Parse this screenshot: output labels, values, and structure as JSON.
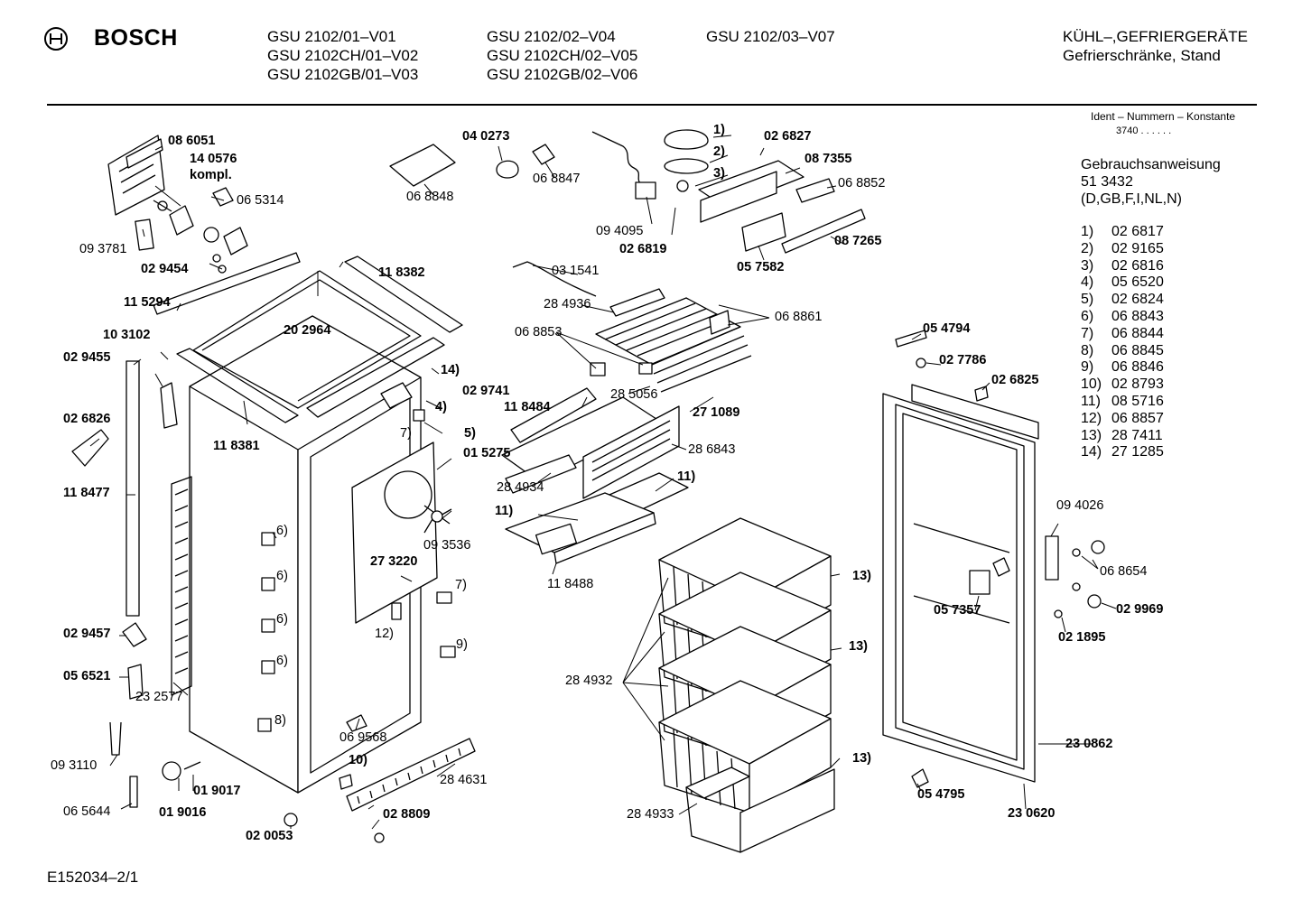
{
  "header": {
    "brand": "BOSCH",
    "logo_icon": "bosch-armature-logo",
    "models": [
      [
        "GSU 2102/01–V01",
        "GSU 2102CH/01–V02",
        "GSU 2102GB/01–V03"
      ],
      [
        "GSU 2102/02–V04",
        "GSU 2102CH/02–V05",
        "GSU 2102GB/02–V06"
      ],
      [
        "GSU 2102/03–V07"
      ]
    ],
    "category": "KÜHL–,GEFRIERGERÄTE",
    "subcategory": "Gefrierschränke, Stand"
  },
  "sidebar": {
    "ident_label": "Ident – Nummern – Konstante",
    "ident_value": "3740 . . . . . .",
    "manual_title": "Gebrauchsanweisung",
    "manual_number": "51 3432",
    "manual_languages": "(D,GB,F,I,NL,N)",
    "legend": [
      {
        "n": "1)",
        "part": "02 6817"
      },
      {
        "n": "2)",
        "part": "02 9165"
      },
      {
        "n": "3)",
        "part": "02 6816"
      },
      {
        "n": "4)",
        "part": "05 6520"
      },
      {
        "n": "5)",
        "part": "02 6824"
      },
      {
        "n": "6)",
        "part": "06 8843"
      },
      {
        "n": "7)",
        "part": "06 8844"
      },
      {
        "n": "8)",
        "part": "06 8845"
      },
      {
        "n": "9)",
        "part": "06 8846"
      },
      {
        "n": "10)",
        "part": "02 8793"
      },
      {
        "n": "11)",
        "part": "08 5716"
      },
      {
        "n": "12)",
        "part": "06 8857"
      },
      {
        "n": "13)",
        "part": "28 7411"
      },
      {
        "n": "14)",
        "part": "27 1285"
      }
    ]
  },
  "labels": [
    {
      "t": "08 6051",
      "b": true
    },
    {
      "t": "14 0576",
      "b": true
    },
    {
      "t": "kompl.",
      "b": true
    },
    {
      "t": "06 5314",
      "b": false
    },
    {
      "t": "09 3781",
      "b": false
    },
    {
      "t": "02 9454",
      "b": true
    },
    {
      "t": "11 5294",
      "b": true
    },
    {
      "t": "10 3102",
      "b": true
    },
    {
      "t": "02 9455",
      "b": true
    },
    {
      "t": "02 6826",
      "b": true
    },
    {
      "t": "11 8477",
      "b": true
    },
    {
      "t": "02 9457",
      "b": true
    },
    {
      "t": "05 6521",
      "b": true
    },
    {
      "t": "09 3110",
      "b": false
    },
    {
      "t": "06 5644",
      "b": false
    },
    {
      "t": "01 9016",
      "b": true
    },
    {
      "t": "01 9017",
      "b": true
    },
    {
      "t": "02 0053",
      "b": true
    },
    {
      "t": "23 2577",
      "b": false
    },
    {
      "t": "11 8381",
      "b": true
    },
    {
      "t": "20 2964",
      "b": true
    },
    {
      "t": "11 8382",
      "b": true
    },
    {
      "t": "14)",
      "b": true
    },
    {
      "t": "4)",
      "b": true
    },
    {
      "t": "7)",
      "b": false
    },
    {
      "t": "5)",
      "b": true
    },
    {
      "t": "01 5275",
      "b": true
    },
    {
      "t": "27 3220",
      "b": true
    },
    {
      "t": "09 3536",
      "b": false
    },
    {
      "t": "6)",
      "b": false
    },
    {
      "t": "6)",
      "b": false
    },
    {
      "t": "6)",
      "b": false
    },
    {
      "t": "6)",
      "b": false
    },
    {
      "t": "8)",
      "b": false
    },
    {
      "t": "7)",
      "b": false
    },
    {
      "t": "12)",
      "b": false
    },
    {
      "t": "9)",
      "b": false
    },
    {
      "t": "06 9568",
      "b": false
    },
    {
      "t": "10)",
      "b": true
    },
    {
      "t": "28 4631",
      "b": false
    },
    {
      "t": "02 8809",
      "b": true
    },
    {
      "t": "04 0273",
      "b": true
    },
    {
      "t": "06 8848",
      "b": false
    },
    {
      "t": "06 8847",
      "b": false
    },
    {
      "t": "1)",
      "b": true
    },
    {
      "t": "2)",
      "b": true
    },
    {
      "t": "3)",
      "b": true
    },
    {
      "t": "02 6827",
      "b": true
    },
    {
      "t": "08 7355",
      "b": true
    },
    {
      "t": "06 8852",
      "b": false
    },
    {
      "t": "09 4095",
      "b": false
    },
    {
      "t": "02 6819",
      "b": true
    },
    {
      "t": "05 7582",
      "b": true
    },
    {
      "t": "08 7265",
      "b": true
    },
    {
      "t": "03 1541",
      "b": false
    },
    {
      "t": "28 4936",
      "b": false
    },
    {
      "t": "06 8853",
      "b": false
    },
    {
      "t": "06 8861",
      "b": false
    },
    {
      "t": "02 9741",
      "b": true
    },
    {
      "t": "11 8484",
      "b": true
    },
    {
      "t": "28 5056",
      "b": false
    },
    {
      "t": "27 1089",
      "b": true
    },
    {
      "t": "28 6843",
      "b": false
    },
    {
      "t": "28 4934",
      "b": false
    },
    {
      "t": "11)",
      "b": true
    },
    {
      "t": "11)",
      "b": true
    },
    {
      "t": "11 8488",
      "b": false
    },
    {
      "t": "13)",
      "b": true
    },
    {
      "t": "13)",
      "b": true
    },
    {
      "t": "13)",
      "b": true
    },
    {
      "t": "28 4932",
      "b": false
    },
    {
      "t": "28 4933",
      "b": false
    },
    {
      "t": "05 4794",
      "b": true
    },
    {
      "t": "02 7786",
      "b": true
    },
    {
      "t": "02 6825",
      "b": true
    },
    {
      "t": "09 4026",
      "b": false
    },
    {
      "t": "06 8654",
      "b": false
    },
    {
      "t": "05 7357",
      "b": true
    },
    {
      "t": "02 9969",
      "b": true
    },
    {
      "t": "02 1895",
      "b": true
    },
    {
      "t": "23 0862",
      "b": true
    },
    {
      "t": "05 4795",
      "b": true
    },
    {
      "t": "23 0620",
      "b": true
    }
  ],
  "footer": {
    "code": "E152034–2/1"
  }
}
